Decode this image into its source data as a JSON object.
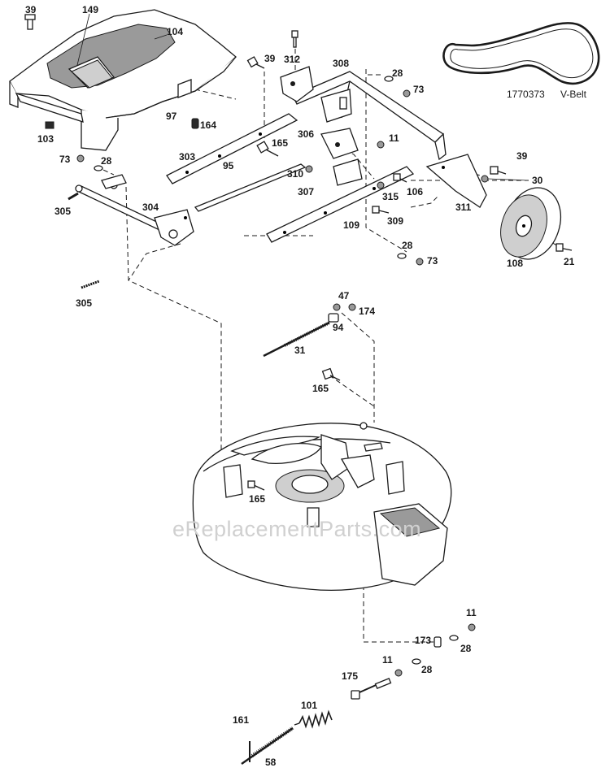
{
  "diagram": {
    "watermark": "eReplacementParts.com",
    "belt_caption": {
      "part_number": "1770373",
      "name": "V-Belt"
    },
    "callouts": {
      "c39a": "39",
      "c149": "149",
      "c104": "104",
      "c97": "97",
      "c164": "164",
      "c103": "103",
      "c73a": "73",
      "c28a": "28",
      "c305a": "305",
      "c304": "304",
      "c305b": "305",
      "c303": "303",
      "c95": "95",
      "c165a": "165",
      "c39b": "39",
      "c312": "312",
      "c308": "308",
      "c28b": "28",
      "c73b": "73",
      "c306": "306",
      "c11a": "11",
      "c310": "310",
      "c307": "307",
      "c315": "315",
      "c106": "106",
      "c309": "309",
      "c109": "109",
      "c39c": "39",
      "c30": "30",
      "c311": "311",
      "c108": "108",
      "c21": "21",
      "c28c": "28",
      "c73c": "73",
      "c47": "47",
      "c174": "174",
      "c94": "94",
      "c31": "31",
      "c165b": "165",
      "c165c": "165",
      "c11b": "11",
      "c173": "173",
      "c28d": "28",
      "c11c": "11",
      "c28e": "28",
      "c175": "175",
      "c101": "101",
      "c161": "161",
      "c58": "58"
    }
  }
}
